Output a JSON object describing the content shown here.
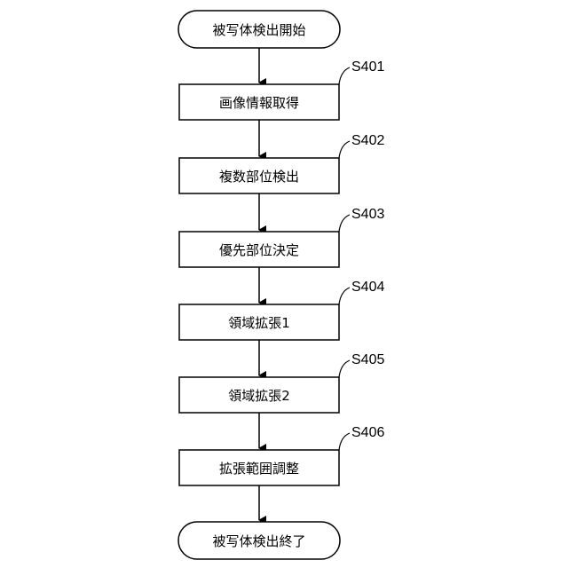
{
  "start": {
    "label": "被写体検出開始"
  },
  "steps": [
    {
      "id": "S401",
      "label": "画像情報取得"
    },
    {
      "id": "S402",
      "label": "複数部位検出"
    },
    {
      "id": "S403",
      "label": "優先部位決定"
    },
    {
      "id": "S404",
      "label": "領域拡張1"
    },
    {
      "id": "S405",
      "label": "領域拡張2"
    },
    {
      "id": "S406",
      "label": "拡張範囲調整"
    }
  ],
  "end": {
    "label": "被写体検出終了"
  }
}
